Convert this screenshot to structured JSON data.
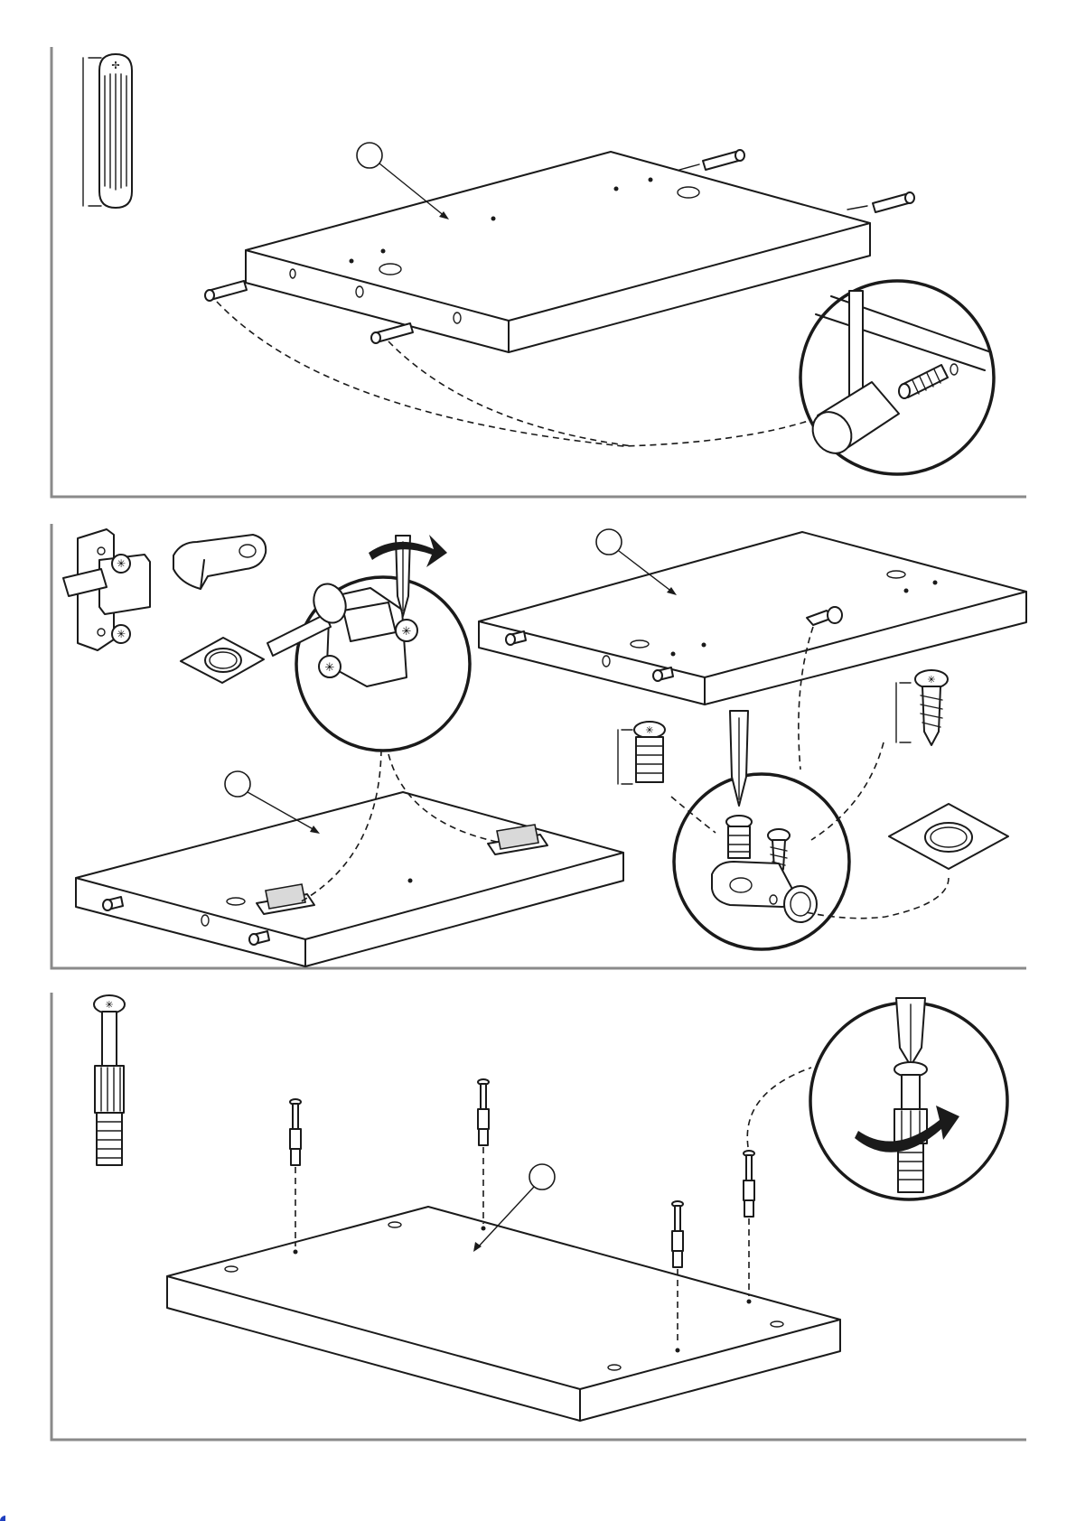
{
  "document": {
    "type": "assembly instruction sheet",
    "panels": [
      {
        "id": "step-dowels",
        "hardware": "fluted-wood-dowel-icon",
        "action": "hammer-icon"
      },
      {
        "id": "step-hinge-plates-and-brackets",
        "hardware": [
          "hinge-mounting-plate-icon",
          "angle-bracket-icon",
          "countersunk-wood-screw-icon",
          "euro-screw-icon",
          "bumper-pad-icon"
        ],
        "action": "screwdriver-icon"
      },
      {
        "id": "step-cam-bolts",
        "hardware": "cam-bolt-icon",
        "action": "screwdriver-icon"
      }
    ]
  },
  "colors": {
    "line": "#1a1a1a",
    "frame": "#8a8a8a",
    "background": "#ffffff"
  }
}
